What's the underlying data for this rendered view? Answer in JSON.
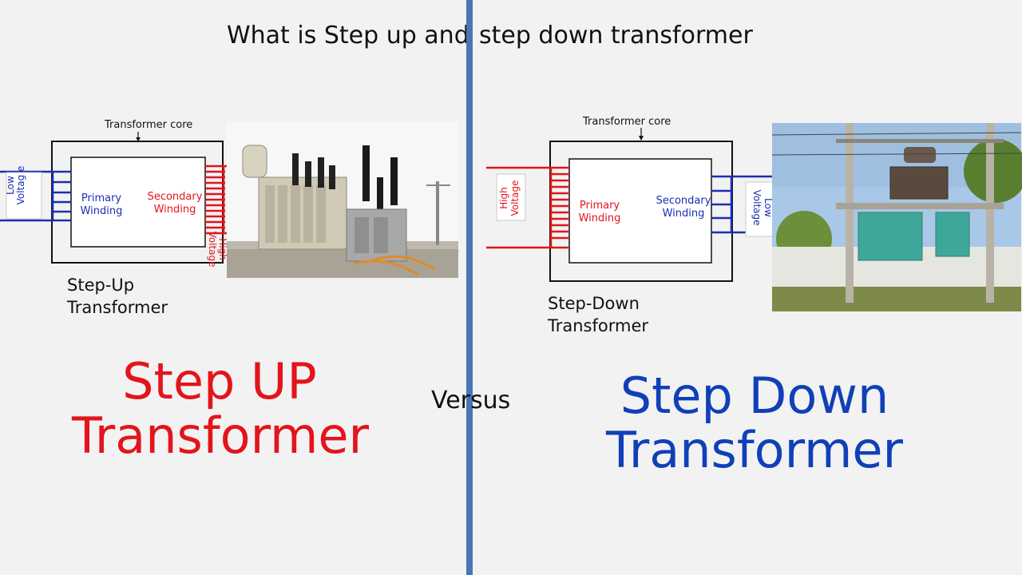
{
  "title": {
    "left": "What is Step up and",
    "right": "step down transformer"
  },
  "step_up": {
    "core_label": "Transformer core",
    "primary": "Primary Winding",
    "secondary": "Secondary Winding",
    "low_voltage": "Low Voltag e",
    "high_voltage": "High Voltage",
    "caption_line1": "Step-Up",
    "caption_line2": "Transformer",
    "big_line1": "Step UP",
    "big_line2": "Transformer",
    "big_color": "#e3141b"
  },
  "step_down": {
    "core_label": "Transformer core",
    "primary": "Primary Winding",
    "secondary": "Secondary Winding",
    "high_voltage": "High Voltage",
    "low_voltage": "Low Voltage",
    "caption_line1": "Step-Down",
    "caption_line2": "Transformer",
    "big_line1": "Step Down",
    "big_line2": "Transformer",
    "big_color": "#1040b8"
  },
  "versus": "Versus",
  "colors": {
    "divider": "#4a76b5",
    "red": "#e3141b",
    "blue": "#1a2fb0"
  }
}
